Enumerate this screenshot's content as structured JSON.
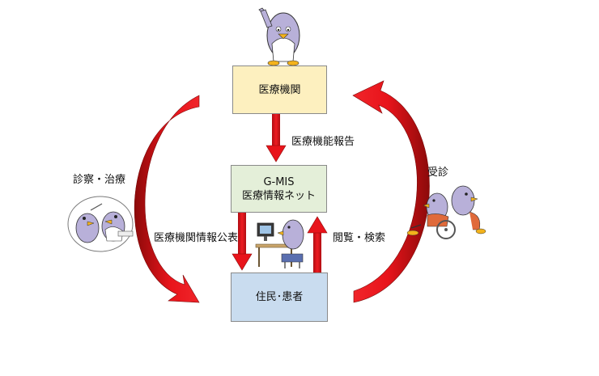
{
  "nodes": {
    "medical_institution": "医療機関",
    "gmis_title": "G-MIS",
    "gmis_subtitle": "医療情報ネット",
    "residents_patients": "住民･患者"
  },
  "edges": {
    "function_report": "医療機能報告",
    "consultation_treatment": "診察・治療",
    "receive_care": "受診",
    "publish_info": "医療機関情報公表",
    "browse_search": "閲覧・検索"
  },
  "colors": {
    "arrow_red": "#e8141b",
    "arrow_dark": "#8c0a0a",
    "medical_box": "#fdf0bf",
    "gmis_box": "#e4efd9",
    "residents_box": "#c9dcef",
    "penguin_body": "#b8b0d9",
    "beak": "#f3b21b"
  },
  "illustrations": [
    "doctor-penguin-waving",
    "doctor-examining-patient-penguins",
    "penguin-at-computer",
    "penguin-pushing-wheelchair"
  ]
}
